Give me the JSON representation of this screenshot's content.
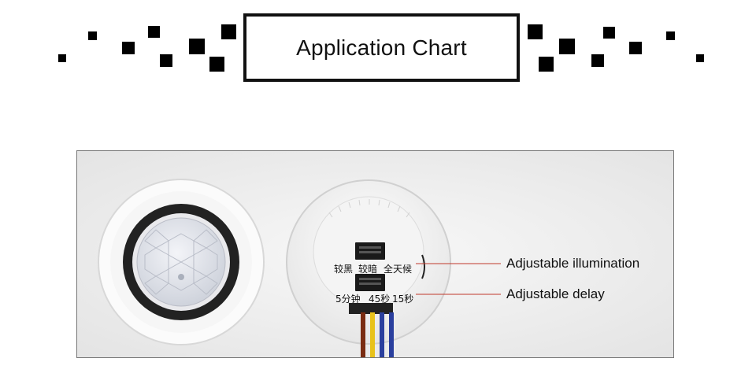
{
  "header": {
    "title": "Application Chart"
  },
  "sensor": {
    "switch_top_labels": [
      "较黑",
      "较暗",
      "全天候"
    ],
    "switch_bottom_labels": [
      "5分钟",
      "45秒",
      "15秒"
    ]
  },
  "callouts": [
    {
      "label": "Adjustable illumination",
      "line_color": "#c0392b"
    },
    {
      "label": "Adjustable delay",
      "line_color": "#c0392b"
    }
  ],
  "colors": {
    "accent": "#000000",
    "wire_brown": "#7a2c12",
    "wire_yellow": "#e8c21a",
    "wire_blue": "#2a3f9e"
  }
}
